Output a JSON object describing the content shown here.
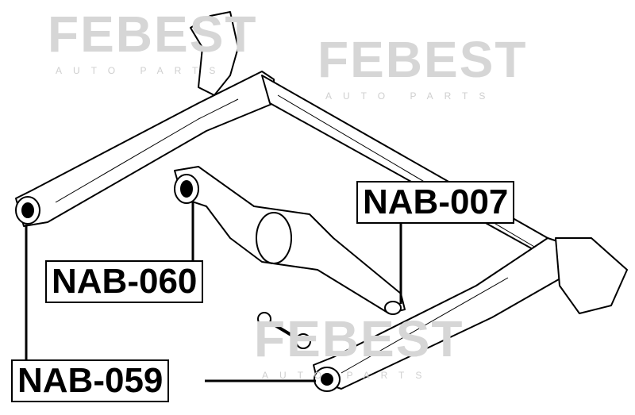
{
  "watermark": {
    "brand": "FEBEST",
    "sub": "AUTO PARTS"
  },
  "callouts": [
    {
      "id": "nab-007",
      "label": "NAB-007"
    },
    {
      "id": "nab-060",
      "label": "NAB-060"
    },
    {
      "id": "nab-059",
      "label": "NAB-059"
    }
  ]
}
